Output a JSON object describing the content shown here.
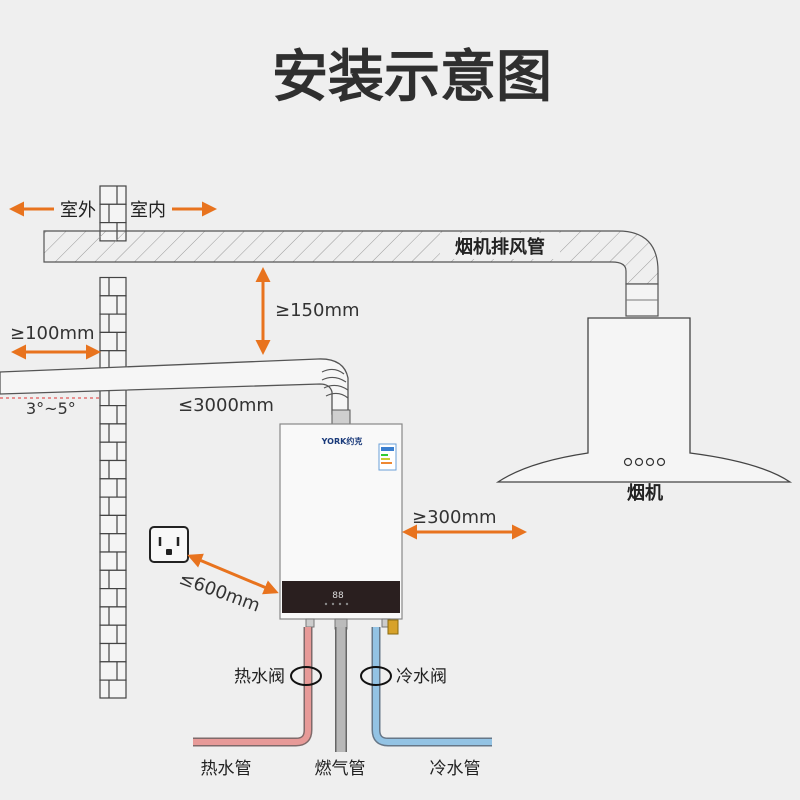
{
  "title": "安装示意图",
  "labels": {
    "outdoor": "室外",
    "indoor": "室内",
    "exhaust_duct": "烟机排风管",
    "range_hood": "烟机",
    "min_150": "≥150mm",
    "min_100": "≥100mm",
    "slope": "3°~5°",
    "max_3000": "≤3000mm",
    "min_300": "≥300mm",
    "max_600": "≤600mm",
    "hot_valve": "热水阀",
    "cold_valve": "冷水阀",
    "hot_pipe": "热水管",
    "gas_pipe": "燃气管",
    "cold_pipe": "冷水管",
    "brand": "YORK约克",
    "display": "88"
  },
  "colors": {
    "arrow": "#e8731e",
    "hot_pipe": "#e79a98",
    "cold_pipe": "#93c3e4",
    "gas_pipe": "#b8b8b8",
    "panel": "#2a1f1f",
    "text": "#222222"
  },
  "icons": {
    "socket": "power-socket-icon",
    "hood_buttons": "hood-control-dots"
  }
}
